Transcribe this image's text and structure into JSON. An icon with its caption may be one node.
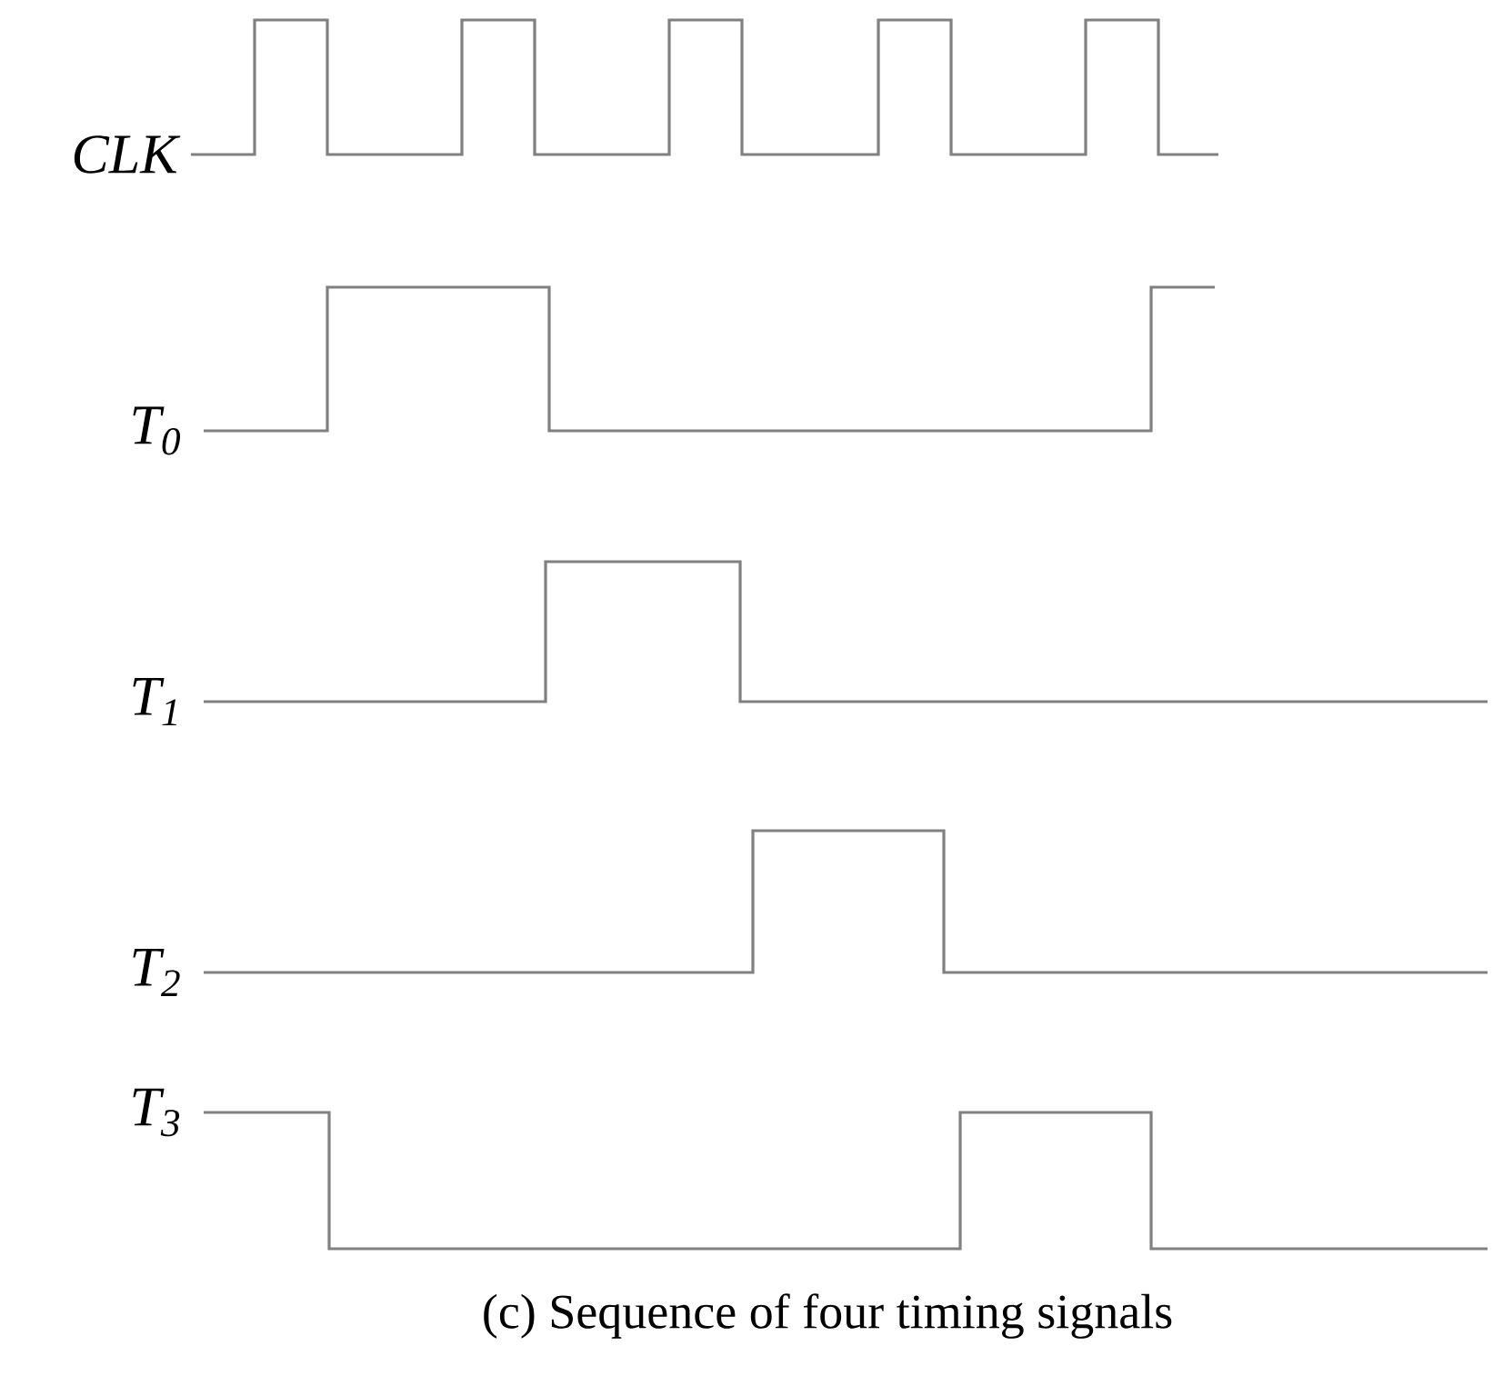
{
  "diagram": {
    "caption": "(c) Sequence of four timing signals",
    "labels": [
      "CLK",
      "T$_{0}$",
      "T$_{1}$",
      "T$_{2}$",
      "T$_{3}$"
    ]
  }
}
